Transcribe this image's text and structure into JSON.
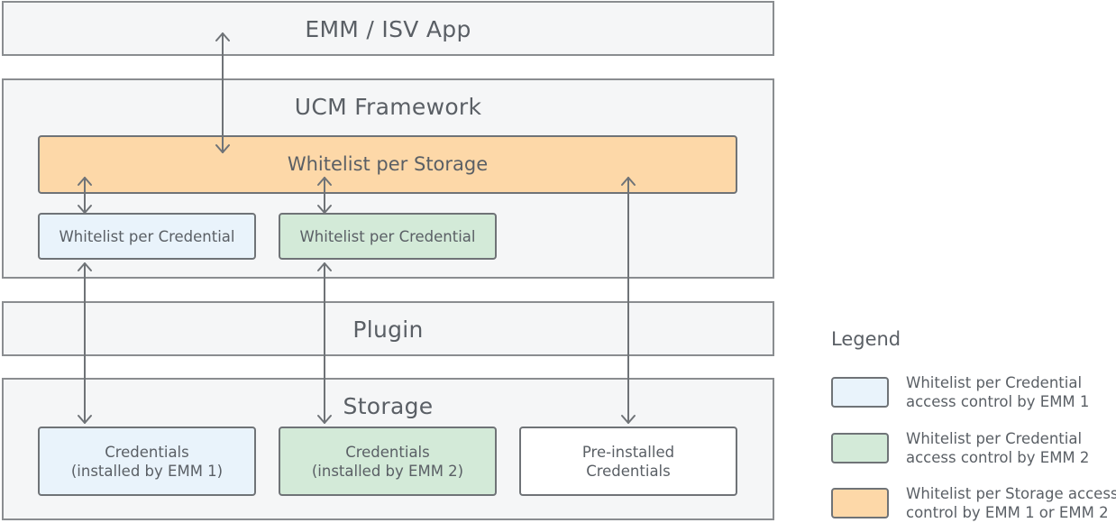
{
  "layers": {
    "emm_app": "EMM / ISV App",
    "ucm_framework": "UCM Framework",
    "plugin": "Plugin",
    "storage": "Storage"
  },
  "framework": {
    "whitelist_storage": "Whitelist per Storage",
    "whitelist_credential_1": "Whitelist per Credential",
    "whitelist_credential_2": "Whitelist per Credential"
  },
  "storage_items": {
    "cred_emm1": [
      "Credentials",
      "(installed by EMM 1)"
    ],
    "cred_emm2": [
      "Credentials",
      "(installed by EMM 2)"
    ],
    "preinstalled": [
      "Pre-installed",
      "Credentials"
    ]
  },
  "legend": {
    "title": "Legend",
    "items": [
      {
        "lines": [
          "Whitelist per Credential",
          "access control by EMM 1"
        ],
        "color": "#e9f3fb"
      },
      {
        "lines": [
          "Whitelist per Credential",
          "access control by EMM 2"
        ],
        "color": "#d3ead8"
      },
      {
        "lines": [
          "Whitelist per Storage access",
          "control by EMM 1 or EMM 2"
        ],
        "color": "#fdd8a8"
      }
    ]
  },
  "colors": {
    "layer_bg": "#f5f6f7",
    "border": "#8a8d90",
    "arrow": "#6f7377"
  }
}
